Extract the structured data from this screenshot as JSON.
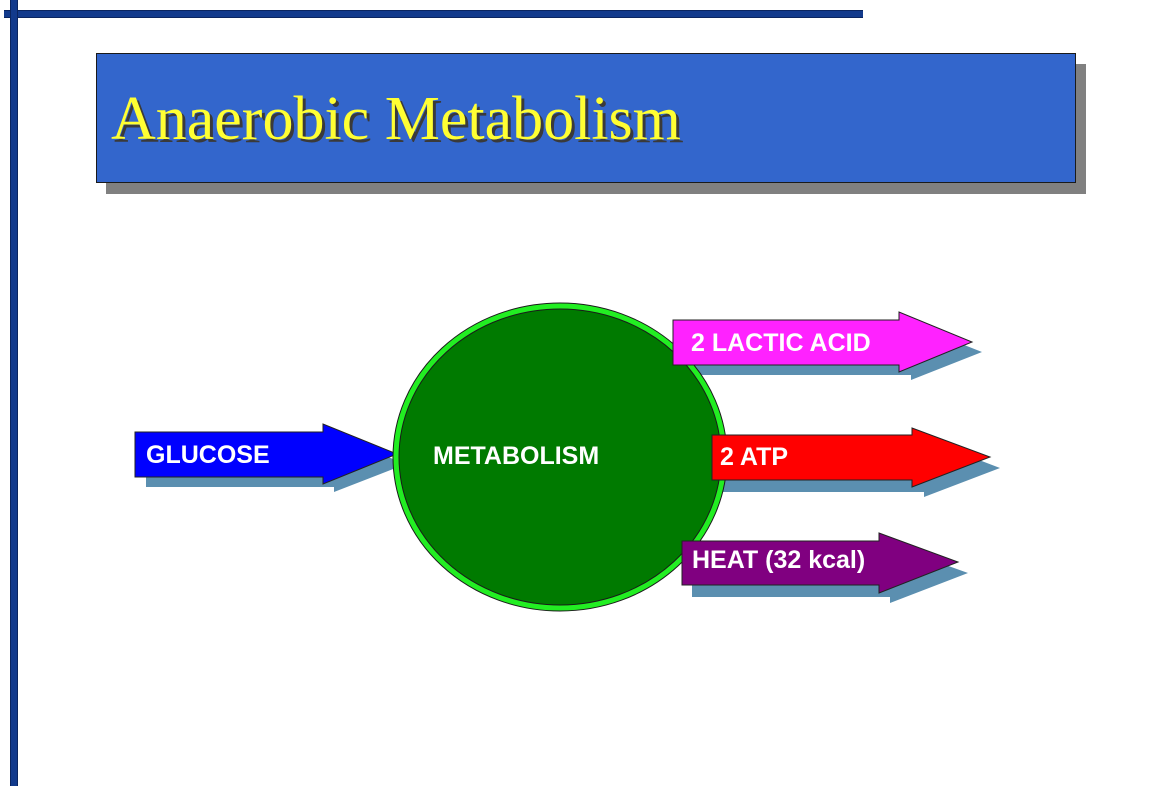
{
  "slide": {
    "title": "Anaerobic Metabolism"
  },
  "diagram": {
    "input": {
      "label": "GLUCOSE",
      "color": "#0000ff"
    },
    "process": {
      "label": "METABOLISM",
      "fill": "#007a00",
      "ring": "#22ee22"
    },
    "outputs": [
      {
        "label": "2 LACTIC ACID",
        "color": "#ff22ff"
      },
      {
        "label": "2 ATP",
        "color": "#ff0000"
      },
      {
        "label": "HEAT (32 kcal)",
        "color": "#800080"
      }
    ],
    "shadow_color": "#5b8fb0"
  }
}
